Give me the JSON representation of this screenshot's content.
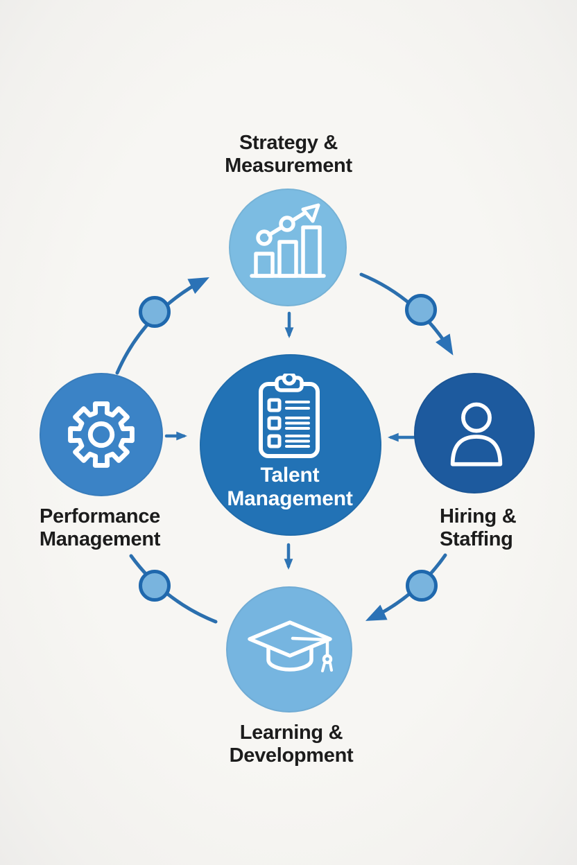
{
  "title": "Talent Management cycle diagram",
  "center": {
    "id": "talent-management",
    "line1": "Talent",
    "line2": "Management",
    "color": "#2272b5",
    "icon": "clipboard-checklist-icon"
  },
  "nodes": [
    {
      "id": "strategy",
      "position": "top",
      "line1": "Strategy &",
      "line2": "Measurement",
      "color": "#7cbce2",
      "icon": "growth-chart-icon"
    },
    {
      "id": "hiring",
      "position": "right",
      "line1": "Hiring &",
      "line2": "Staffing",
      "color": "#1d5a9e",
      "icon": "person-icon"
    },
    {
      "id": "learning",
      "position": "bottom",
      "line1": "Learning &",
      "line2": "Development",
      "color": "#76b5e0",
      "icon": "graduation-cap-icon"
    },
    {
      "id": "performance",
      "position": "left",
      "line1": "Performance",
      "line2": "Management",
      "color": "#3b83c6",
      "icon": "gear-icon"
    }
  ],
  "connections": [
    {
      "from": "performance",
      "to": "strategy",
      "style": "curved-arrow-with-node"
    },
    {
      "from": "strategy",
      "to": "hiring",
      "style": "curved-arrow-with-node"
    },
    {
      "from": "hiring",
      "to": "learning",
      "style": "curved-arrow-with-node"
    },
    {
      "from": "performance",
      "to": "learning",
      "style": "curved-line-with-node"
    },
    {
      "from": "strategy",
      "to": "talent-management",
      "style": "straight-arrow"
    },
    {
      "from": "hiring",
      "to": "talent-management",
      "style": "straight-arrow"
    },
    {
      "from": "performance",
      "to": "talent-management",
      "style": "straight-arrow"
    },
    {
      "from": "talent-management",
      "to": "learning",
      "style": "straight-arrow"
    }
  ],
  "colors": {
    "background": "#f5f4f1",
    "connector": "#2b6fae",
    "arrowhead": "#2b72b6",
    "node_dot_fill": "#79b4de",
    "node_dot_stroke": "#1f68ad",
    "label_text": "#1c1c1c",
    "center_text": "#ffffff",
    "icon_stroke": "#ffffff"
  }
}
